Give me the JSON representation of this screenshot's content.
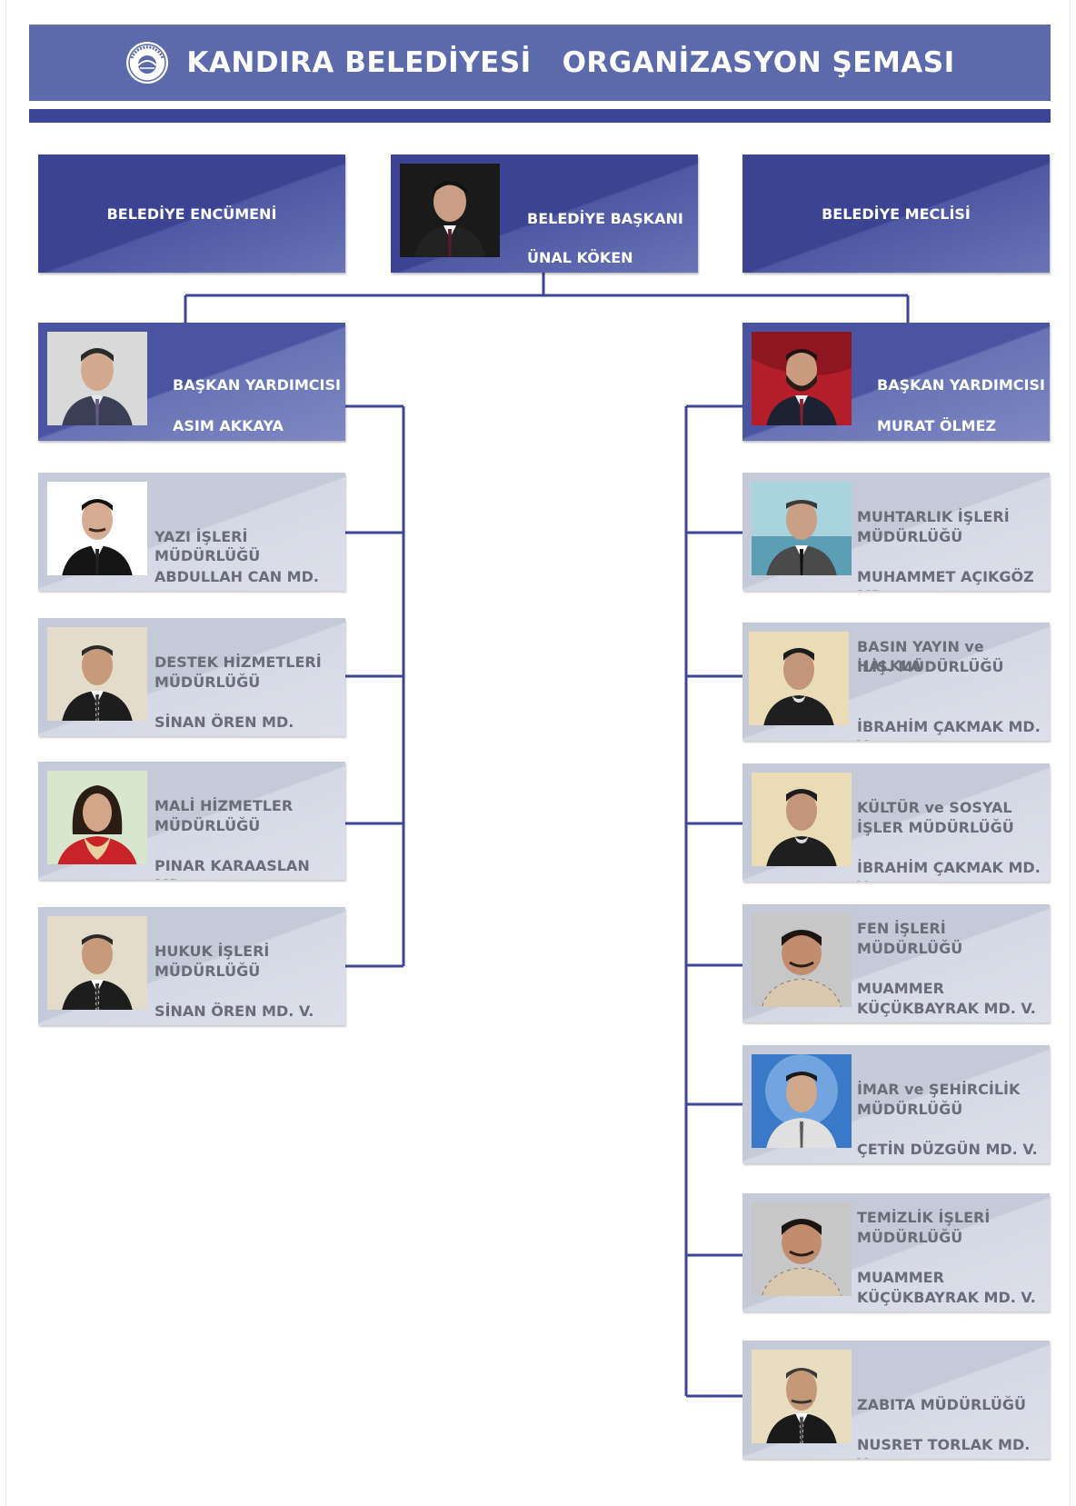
{
  "header": {
    "title": "KANDIRA BELEDİYESİ   ORGANİZASYON ŞEMASI",
    "logo_text": "KANDIRA BELEDİYESİ"
  },
  "top": {
    "encumen": "BELEDİYE ENCÜMENİ",
    "baskan_title": "BELEDİYE BAŞKANI",
    "baskan_name": "ÜNAL KÖKEN",
    "meclis": "BELEDİYE MECLİSİ"
  },
  "deputies": [
    {
      "title": "BAŞKAN YARDIMCISI",
      "name": "ASIM AKKAYA"
    },
    {
      "title": "BAŞKAN YARDIMCISI",
      "name": "MURAT ÖLMEZ"
    }
  ],
  "left_units": [
    {
      "unit": [
        "YAZI İŞLERİ MÜDÜRLÜĞÜ"
      ],
      "name": [
        "ABDULLAH CAN MD."
      ]
    },
    {
      "unit": [
        "DESTEK HİZMETLERİ",
        "MÜDÜRLÜĞÜ"
      ],
      "name": [
        "SİNAN ÖREN MD."
      ]
    },
    {
      "unit": [
        "MALİ HİZMETLER",
        "MÜDÜRLÜĞÜ"
      ],
      "name": [
        "PINAR KARAASLAN MD."
      ]
    },
    {
      "unit": [
        "HUKUK İŞLERİ",
        "MÜDÜRLÜĞÜ"
      ],
      "name": [
        "SİNAN ÖREN MD.  V."
      ]
    }
  ],
  "right_units": [
    {
      "unit": [
        "MUHTARLIK İŞLERİ",
        "MÜDÜRLÜĞÜ"
      ],
      "name": [
        "MUHAMMET AÇIKGÖZ MD."
      ]
    },
    {
      "unit": [
        "BASIN YAYIN ve HALKLA",
        "İLİŞ. MÜDÜRLÜĞÜ"
      ],
      "name": [
        "İBRAHİM ÇAKMAK MD. V."
      ]
    },
    {
      "unit": [
        "KÜLTÜR ve SOSYAL",
        "İŞLER MÜDÜRLÜĞÜ"
      ],
      "name": [
        "İBRAHİM ÇAKMAK MD. V."
      ]
    },
    {
      "unit": [
        "FEN İŞLERİ",
        "MÜDÜRLÜĞÜ"
      ],
      "name": [
        "MUAMMER",
        "KÜÇÜKBAYRAK MD. V."
      ]
    },
    {
      "unit": [
        "İMAR ve ŞEHİRCİLİK",
        "MÜDÜRLÜĞÜ"
      ],
      "name": [
        "ÇETİN DÜZGÜN MD. V."
      ]
    },
    {
      "unit": [
        "TEMİZLİK İŞLERİ",
        "MÜDÜRLÜĞÜ"
      ],
      "name": [
        "MUAMMER",
        "KÜÇÜKBAYRAK MD. V."
      ]
    },
    {
      "unit": [
        "ZABITA MÜDÜRLÜĞÜ"
      ],
      "name": [
        "NUSRET TORLAK MD. V."
      ]
    }
  ],
  "colors": {
    "header": "#5c6aab",
    "header_bar": "#3d4596",
    "connector": "#3d4596",
    "dark_box": "#3b4392",
    "light_box": "#c5cad9",
    "light_text": "#6a6c7a"
  }
}
